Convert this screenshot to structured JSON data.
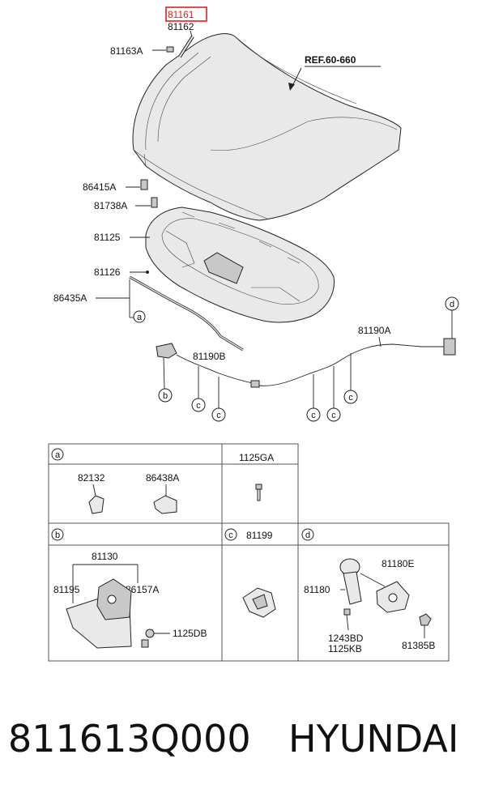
{
  "highlight_color": "#e02020",
  "labels": {
    "p81161": "81161",
    "p81162": "81162",
    "p81163A": "81163A",
    "ref": "REF.60-660",
    "p86415A": "86415A",
    "p81738A": "81738A",
    "p81125": "81125",
    "p81126": "81126",
    "p86435A": "86435A",
    "p81190A": "81190A",
    "p81190B": "81190B"
  },
  "callouts": {
    "a": "a",
    "b": "b",
    "c": "c",
    "d": "d"
  },
  "table": {
    "a_header": "a",
    "a_parts": [
      "82132",
      "86438A"
    ],
    "p1125GA": "1125GA",
    "b_header": "b",
    "b_parts": {
      "p81130": "81130",
      "p81195": "81195",
      "p86157A": "86157A",
      "p1125DB": "1125DB"
    },
    "c_header": "c",
    "c_part": "81199",
    "d_header": "d",
    "d_parts": {
      "p81180E": "81180E",
      "p81180": "81180",
      "p1243BD": "1243BD",
      "p1125KB": "1125KB",
      "p81385B": "81385B"
    }
  },
  "footer": {
    "part_number": "811613Q000",
    "brand": "HYUNDAI"
  }
}
